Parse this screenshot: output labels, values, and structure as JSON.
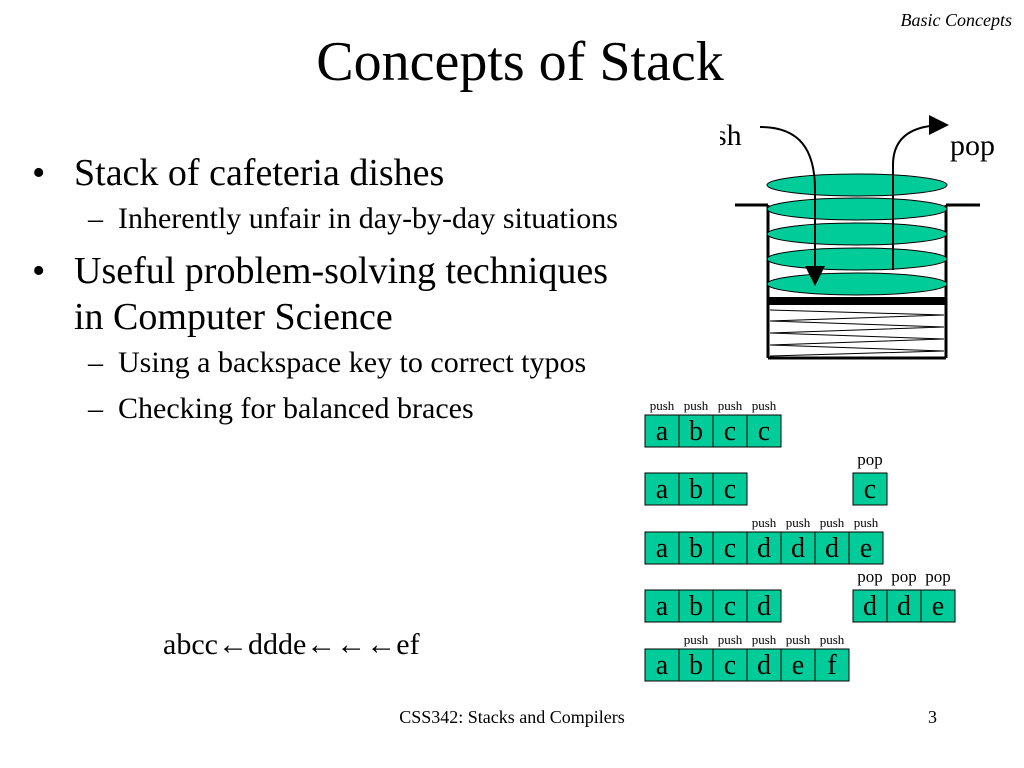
{
  "header": {
    "section": "Basic Concepts",
    "title": "Concepts of Stack"
  },
  "bullets": [
    {
      "text": "Stack of cafeteria dishes",
      "subs": [
        "Inherently unfair in day-by-day situations"
      ]
    },
    {
      "text": "Useful problem-solving techniques in Computer Science",
      "subs": [
        "Using a backspace key to correct typos",
        "Checking for balanced braces"
      ]
    }
  ],
  "example": {
    "part1": "abcc",
    "part2": "ddde",
    "part3": "ef"
  },
  "diagram": {
    "push_label": "push",
    "pop_label": "pop"
  },
  "stack_rows": [
    {
      "op": "push",
      "cells": [
        "a",
        "b",
        "c",
        "c"
      ],
      "aside_op": "",
      "aside": []
    },
    {
      "op": "pop",
      "cells": [
        "a",
        "b",
        "c"
      ],
      "aside_op": "pop",
      "aside": [
        "c"
      ]
    },
    {
      "op": "push",
      "cells": [
        "a",
        "b",
        "c",
        "d",
        "d",
        "d",
        "e"
      ],
      "aside_op": "",
      "aside": []
    },
    {
      "op": "pop",
      "cells": [
        "a",
        "b",
        "c",
        "d"
      ],
      "aside_op": "pop",
      "aside": [
        "d",
        "d",
        "e"
      ]
    },
    {
      "op": "push",
      "cells": [
        "a",
        "b",
        "c",
        "d",
        "e",
        "f"
      ],
      "aside_op": "",
      "aside": []
    }
  ],
  "colors": {
    "cell_fill": "#00cc99",
    "plate_fill": "#00cc99"
  },
  "footer": {
    "course": "CSS342: Stacks and Compilers",
    "page": "3"
  }
}
